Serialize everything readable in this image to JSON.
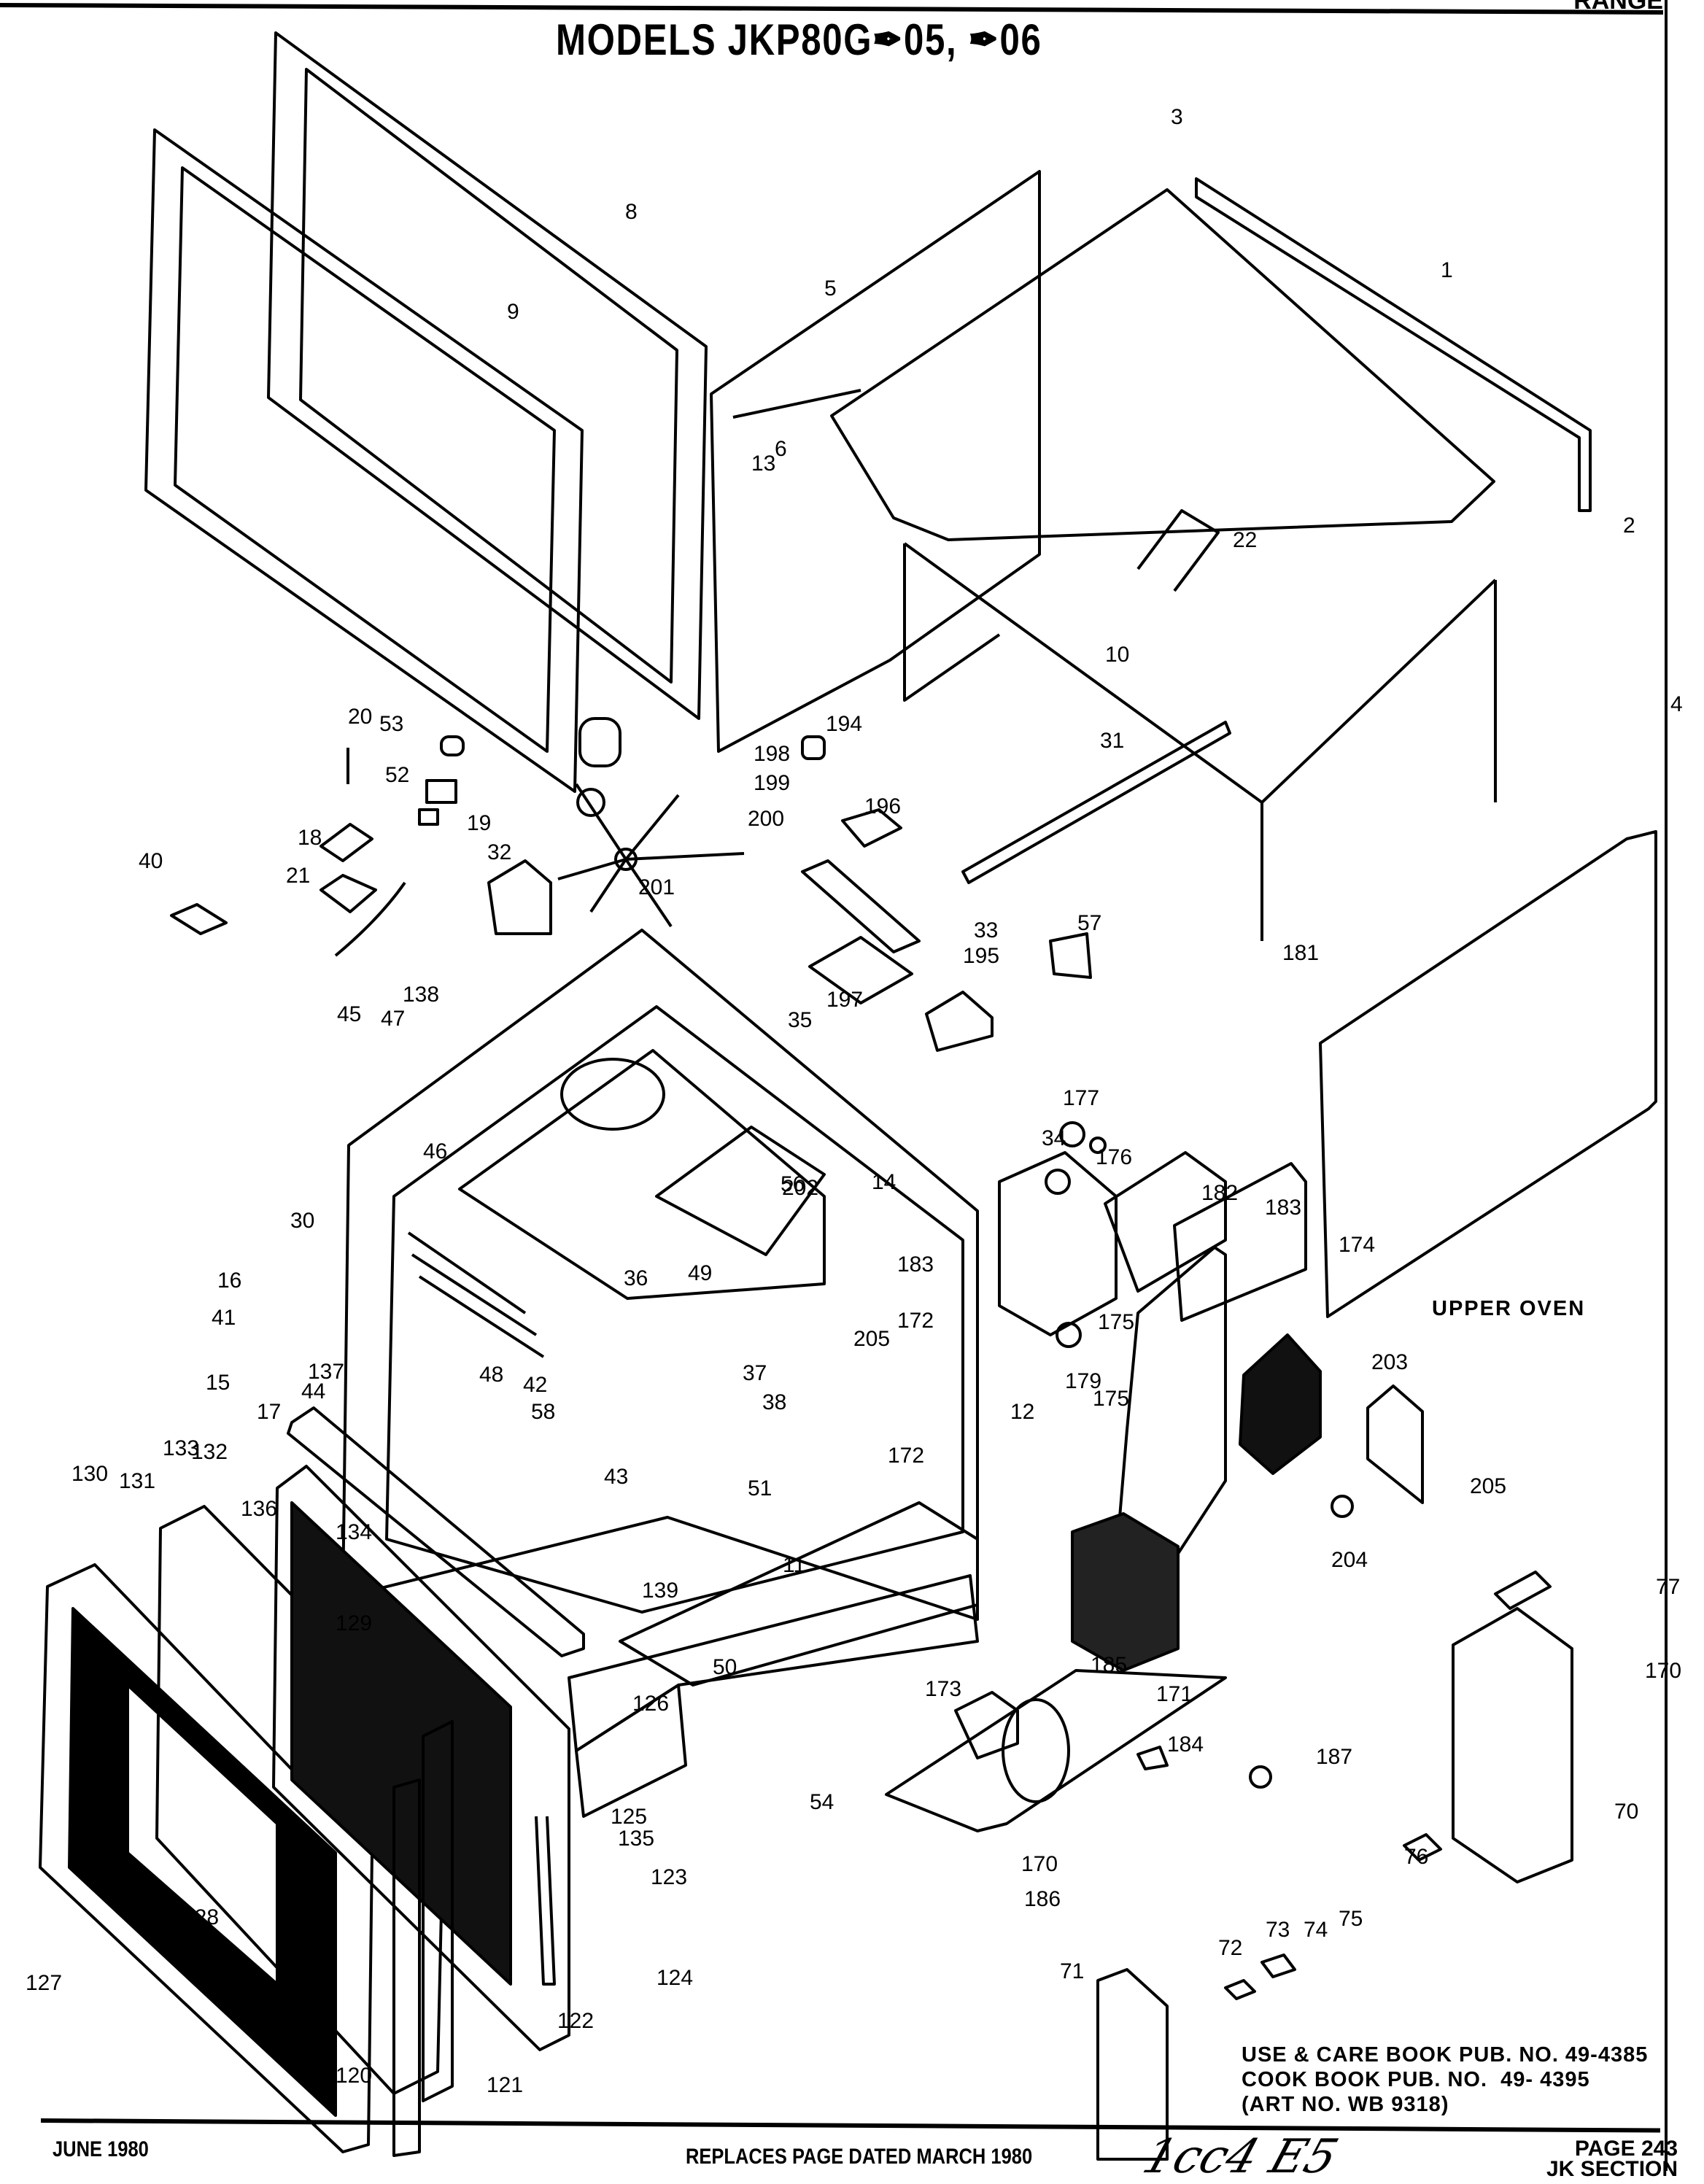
{
  "header": {
    "section_tag": "RANGE",
    "title": "MODELS  JKP80G✒05, ✒06"
  },
  "annotations": {
    "upper_oven": "UPPER OVEN"
  },
  "publications": {
    "use_care": "USE & CARE BOOK PUB. NO. 49-4385",
    "cook_book": "COOK BOOK PUB. NO.  49- 4395",
    "art_no": "(ART NO. WB 9318)"
  },
  "footer": {
    "date": "JUNE 1980",
    "replaces": "REPLACES PAGE DATED MARCH 1980",
    "handwritten": "1cc4 E5",
    "page": "PAGE 243",
    "section": "JK SECTION"
  },
  "part_labels": [
    {
      "id": "1"
    },
    {
      "id": "2"
    },
    {
      "id": "3"
    },
    {
      "id": "4"
    },
    {
      "id": "5"
    },
    {
      "id": "6"
    },
    {
      "id": "8"
    },
    {
      "id": "9"
    },
    {
      "id": "10"
    },
    {
      "id": "11"
    },
    {
      "id": "12"
    },
    {
      "id": "13"
    },
    {
      "id": "14"
    },
    {
      "id": "15"
    },
    {
      "id": "16"
    },
    {
      "id": "17"
    },
    {
      "id": "18"
    },
    {
      "id": "19"
    },
    {
      "id": "20"
    },
    {
      "id": "21"
    },
    {
      "id": "22"
    },
    {
      "id": "30"
    },
    {
      "id": "31"
    },
    {
      "id": "32"
    },
    {
      "id": "33"
    },
    {
      "id": "34"
    },
    {
      "id": "35"
    },
    {
      "id": "36"
    },
    {
      "id": "37"
    },
    {
      "id": "38"
    },
    {
      "id": "40"
    },
    {
      "id": "41"
    },
    {
      "id": "42"
    },
    {
      "id": "43"
    },
    {
      "id": "44"
    },
    {
      "id": "45"
    },
    {
      "id": "46"
    },
    {
      "id": "47"
    },
    {
      "id": "48"
    },
    {
      "id": "49"
    },
    {
      "id": "50"
    },
    {
      "id": "51"
    },
    {
      "id": "52"
    },
    {
      "id": "53"
    },
    {
      "id": "54"
    },
    {
      "id": "56"
    },
    {
      "id": "57"
    },
    {
      "id": "58"
    },
    {
      "id": "70"
    },
    {
      "id": "71"
    },
    {
      "id": "72"
    },
    {
      "id": "73"
    },
    {
      "id": "74"
    },
    {
      "id": "75"
    },
    {
      "id": "76"
    },
    {
      "id": "77"
    },
    {
      "id": "120"
    },
    {
      "id": "121"
    },
    {
      "id": "122"
    },
    {
      "id": "123"
    },
    {
      "id": "124"
    },
    {
      "id": "125"
    },
    {
      "id": "126"
    },
    {
      "id": "127"
    },
    {
      "id": "128"
    },
    {
      "id": "129"
    },
    {
      "id": "130"
    },
    {
      "id": "131"
    },
    {
      "id": "132"
    },
    {
      "id": "133"
    },
    {
      "id": "134"
    },
    {
      "id": "135"
    },
    {
      "id": "136"
    },
    {
      "id": "137"
    },
    {
      "id": "138"
    },
    {
      "id": "139"
    },
    {
      "id": "170"
    },
    {
      "id": "170"
    },
    {
      "id": "171"
    },
    {
      "id": "172"
    },
    {
      "id": "172"
    },
    {
      "id": "173"
    },
    {
      "id": "174"
    },
    {
      "id": "175"
    },
    {
      "id": "175"
    },
    {
      "id": "176"
    },
    {
      "id": "177"
    },
    {
      "id": "179"
    },
    {
      "id": "181"
    },
    {
      "id": "182"
    },
    {
      "id": "183"
    },
    {
      "id": "183"
    },
    {
      "id": "184"
    },
    {
      "id": "185"
    },
    {
      "id": "186"
    },
    {
      "id": "187"
    },
    {
      "id": "194"
    },
    {
      "id": "195"
    },
    {
      "id": "196"
    },
    {
      "id": "197"
    },
    {
      "id": "198"
    },
    {
      "id": "199"
    },
    {
      "id": "200"
    },
    {
      "id": "201"
    },
    {
      "id": "202"
    },
    {
      "id": "203"
    },
    {
      "id": "204"
    },
    {
      "id": "205"
    },
    {
      "id": "205"
    }
  ]
}
